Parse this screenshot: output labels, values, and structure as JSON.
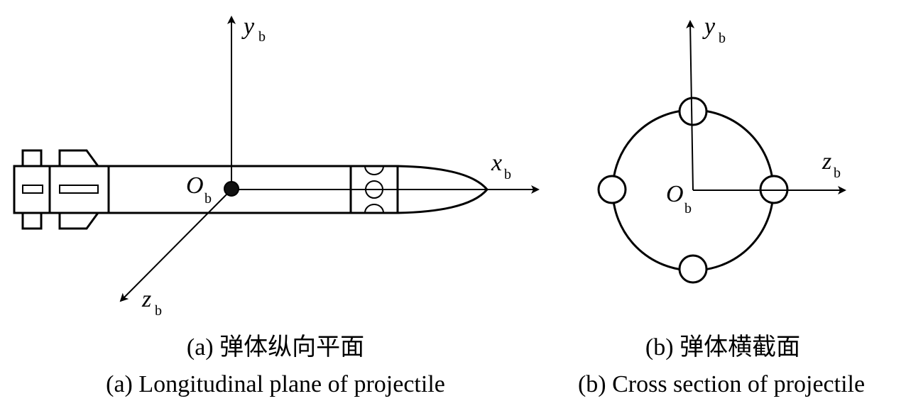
{
  "left_panel": {
    "labels": {
      "y_axis": "y",
      "y_sub": "b",
      "x_axis": "x",
      "x_sub": "b",
      "z_axis": "z",
      "z_sub": "b",
      "origin": "O",
      "origin_sub": "b"
    },
    "caption_zh": "(a) 弹体纵向平面",
    "caption_en": "(a) Longitudinal plane of projectile"
  },
  "right_panel": {
    "labels": {
      "y_axis": "y",
      "y_sub": "b",
      "z_axis": "z",
      "z_sub": "b",
      "origin": "O",
      "origin_sub": "b"
    },
    "caption_zh": "(b) 弹体横截面",
    "caption_en": "(b) Cross section of projectile"
  }
}
